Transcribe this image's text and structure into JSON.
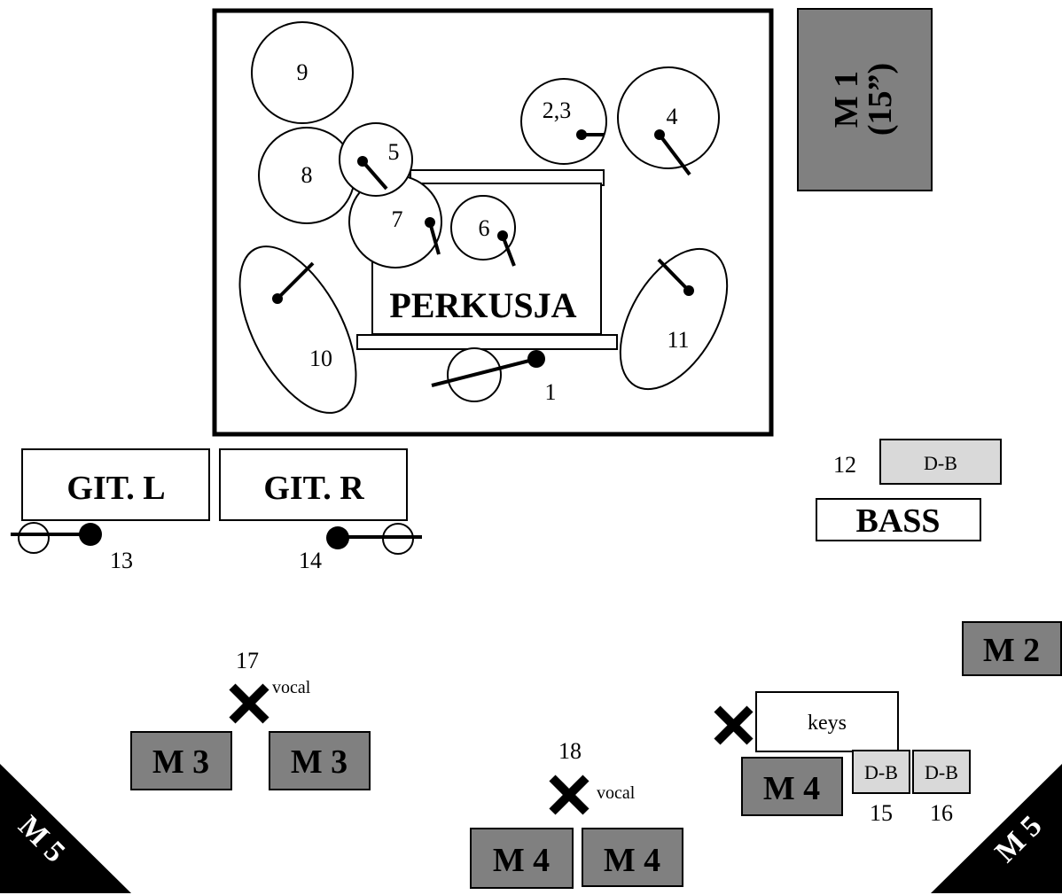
{
  "drum_riser": {
    "label": "PERKUSJA",
    "items": [
      "9",
      "8",
      "5",
      "7",
      "6",
      "2,3",
      "4",
      "10",
      "11",
      "1"
    ]
  },
  "monitors": {
    "m1_line1": "M 1",
    "m1_line2": "(15”)",
    "m2": "M 2",
    "m3_left": "M 3",
    "m3_right": "M 3",
    "m4_keys": "M 4",
    "m4_left": "M 4",
    "m4_right": "M 4",
    "m5_left": "M 5",
    "m5_right": "M 5"
  },
  "amps": {
    "git_l": "GIT. L",
    "git_r": "GIT. R",
    "bass": "BASS",
    "db": "D-B"
  },
  "keys": {
    "label": "keys",
    "db_left": "D-B",
    "db_right": "D-B"
  },
  "inputs": {
    "n12": "12",
    "n13": "13",
    "n14": "14",
    "n15": "15",
    "n16": "16",
    "n17": "17",
    "n18": "18"
  },
  "vocal": {
    "label_17": "vocal",
    "label_18": "vocal"
  },
  "colors": {
    "monitor_fill": "#808080",
    "db_fill": "#d9d9d9",
    "line": "#000000"
  }
}
